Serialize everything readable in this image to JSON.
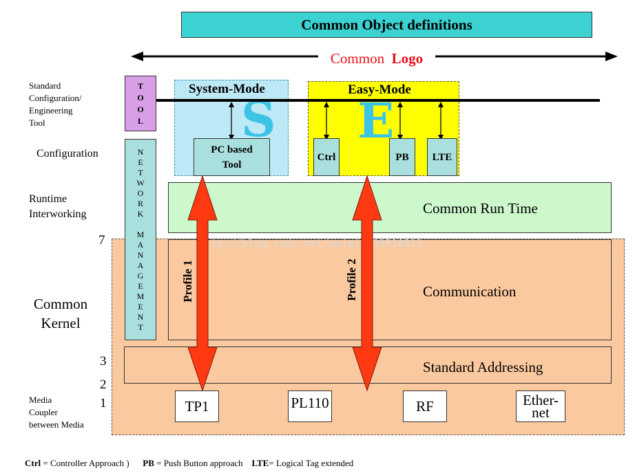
{
  "title": "Common Object definitions",
  "logo": {
    "part1": "Common",
    "part2": "Logo"
  },
  "left_labels": {
    "tool": [
      "Standard",
      "Configuration/",
      "Engineering",
      "Tool"
    ],
    "configuration": "Configuration",
    "runtime": [
      "Runtime",
      "Interworking"
    ],
    "kernel": [
      "Common",
      "Kernel"
    ],
    "media": [
      "Media",
      "Coupler",
      "between Media"
    ]
  },
  "layer_numbers": {
    "n7": "7",
    "n3": "3",
    "n2": "2",
    "n1": "1"
  },
  "tool_box": [
    "T",
    "O",
    "O",
    "L"
  ],
  "network_management": [
    "N",
    "E",
    "T",
    "W",
    "O",
    "R",
    "K",
    "",
    "M",
    "A",
    "N",
    "A",
    "G",
    "E",
    "M",
    "E",
    "N",
    "T"
  ],
  "system_mode": {
    "title": "System-Mode",
    "letter": "S",
    "box": [
      "PC based",
      "Tool"
    ]
  },
  "easy_mode": {
    "title": "Easy-Mode",
    "letter": "E",
    "boxes": [
      "Ctrl",
      "PB",
      "LTE"
    ]
  },
  "layers": {
    "runtime": "Common Run Time",
    "communication": "Communication",
    "addressing": "Standard Addressing"
  },
  "profiles": [
    "Profile 1",
    "Profile 2"
  ],
  "media": {
    "tp1": "TP1",
    "pl110": "PL110",
    "rf": "RF",
    "ethernet": [
      "Ether-",
      "net"
    ]
  },
  "watermark": "http://blog.csdn.net/weixin_39510813",
  "footer": {
    "ctrl_key": "Ctrl",
    "ctrl_desc": " = Controller  Approach   )",
    "pb_key": "PB",
    "pb_desc": " = Push Button approach",
    "lte_key": "LTE",
    "lte_desc": "= Logical Tag extended"
  },
  "colors": {
    "title_bg": "#3cd2d2",
    "logo": "#e8101a",
    "tool_bg": "#d89ee6",
    "teal": "#a9e0de",
    "system_mode_bg": "#bde8f5",
    "easy_mode_bg": "#ffff00",
    "runtime_bg": "#ccf8cc",
    "kernel_bg": "#fbc99f",
    "profile_arrow": "#ff3a12"
  }
}
